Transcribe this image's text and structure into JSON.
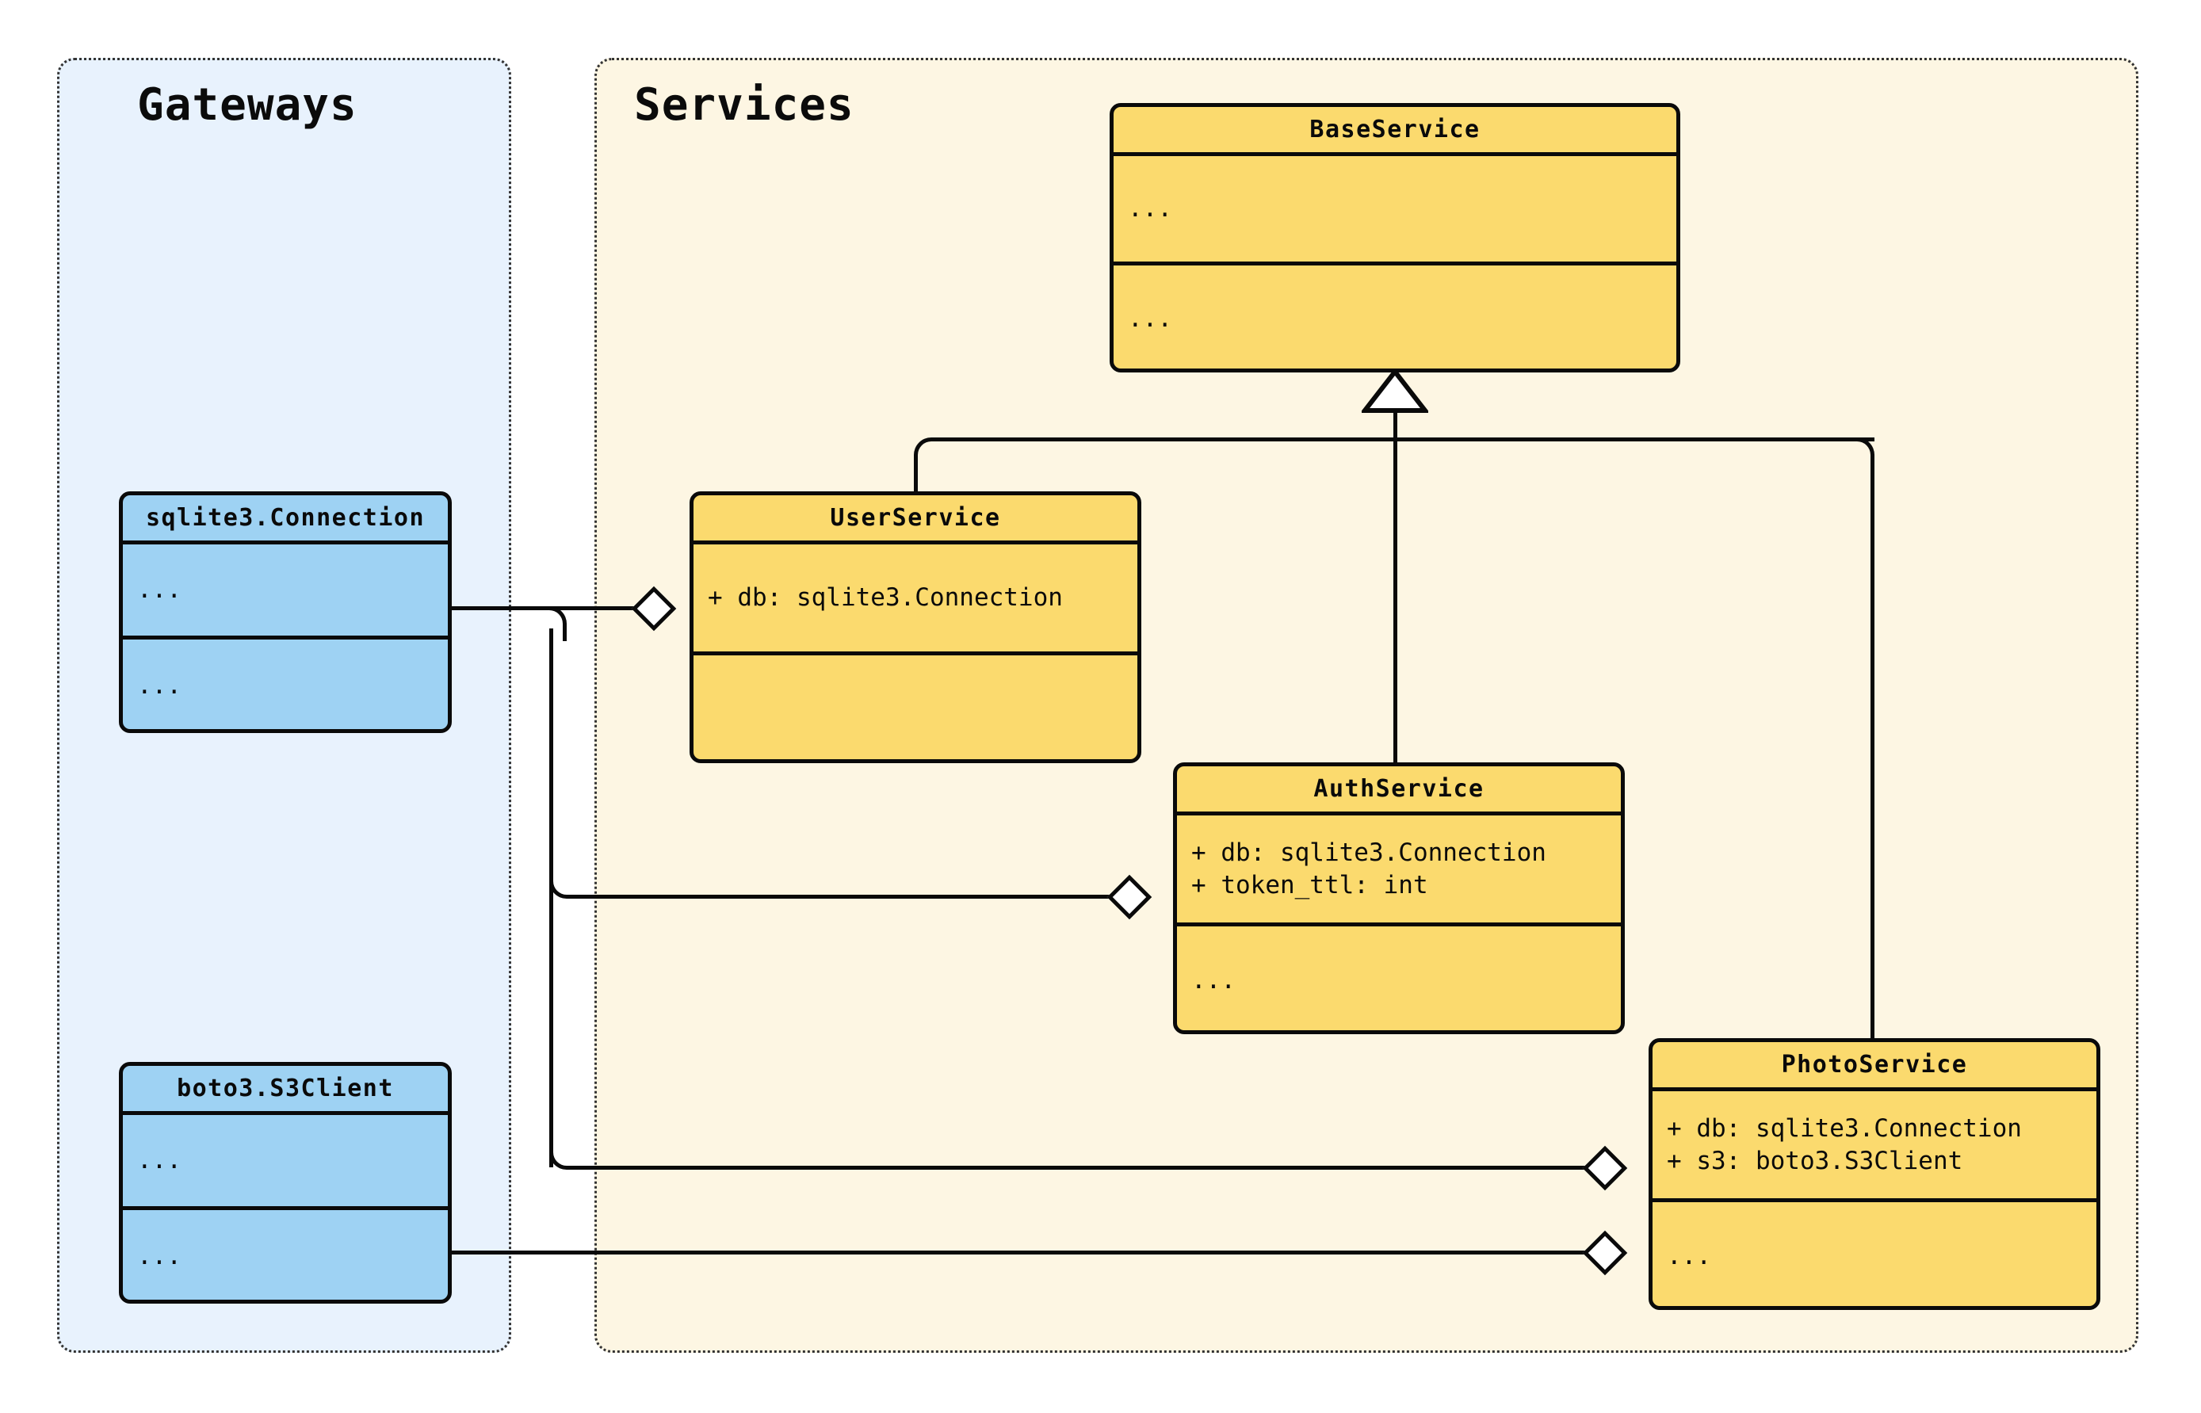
{
  "diagram": {
    "type": "uml-class-diagram",
    "background": "#ffffff",
    "line_color": "#0a0a0a"
  },
  "packages": [
    {
      "id": "gateways",
      "title": "Gateways",
      "fill": "#e8f2fd",
      "border": "#333333"
    },
    {
      "id": "services",
      "title": "Services",
      "fill": "#fdf6e3",
      "border": "#333333"
    }
  ],
  "classes": [
    {
      "id": "sqlite3-connection",
      "name": "sqlite3.Connection",
      "package": "gateways",
      "fill": "#9ed2f3",
      "attributes": "...",
      "methods": "..."
    },
    {
      "id": "boto3-s3client",
      "name": "boto3.S3Client",
      "package": "gateways",
      "fill": "#9ed2f3",
      "attributes": "...",
      "methods": "..."
    },
    {
      "id": "base-service",
      "name": "BaseService",
      "package": "services",
      "fill": "#fbda6e",
      "attributes": "...",
      "methods": "..."
    },
    {
      "id": "user-service",
      "name": "UserService",
      "package": "services",
      "fill": "#fbda6e",
      "attributes": "+ db: sqlite3.Connection",
      "methods": ""
    },
    {
      "id": "auth-service",
      "name": "AuthService",
      "package": "services",
      "fill": "#fbda6e",
      "attributes": "+ db: sqlite3.Connection\n+ token_ttl: int",
      "methods": "..."
    },
    {
      "id": "photo-service",
      "name": "PhotoService",
      "package": "services",
      "fill": "#fbda6e",
      "attributes": "+ db: sqlite3.Connection\n+ s3: boto3.S3Client",
      "methods": "..."
    }
  ],
  "relationships": [
    {
      "id": "gen-user",
      "kind": "generalization",
      "from": "user-service",
      "to": "base-service"
    },
    {
      "id": "gen-auth",
      "kind": "generalization",
      "from": "auth-service",
      "to": "base-service"
    },
    {
      "id": "gen-photo",
      "kind": "generalization",
      "from": "photo-service",
      "to": "base-service"
    },
    {
      "id": "agg-user-db",
      "kind": "aggregation",
      "from": "sqlite3-connection",
      "to": "user-service"
    },
    {
      "id": "agg-auth-db",
      "kind": "aggregation",
      "from": "sqlite3-connection",
      "to": "auth-service"
    },
    {
      "id": "agg-photo-db",
      "kind": "aggregation",
      "from": "sqlite3-connection",
      "to": "photo-service"
    },
    {
      "id": "agg-photo-s3",
      "kind": "aggregation",
      "from": "boto3-s3client",
      "to": "photo-service"
    }
  ]
}
